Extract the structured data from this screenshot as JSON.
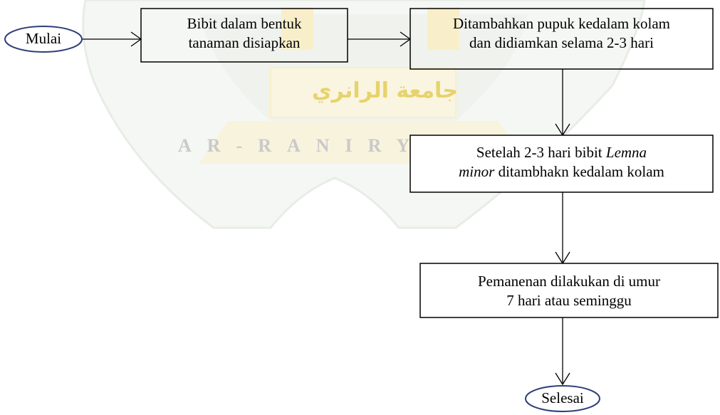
{
  "watermark": {
    "latin": "AR-RANIRY",
    "arabic": "جامعة الرانري",
    "colors": {
      "green": "#d7ddd2",
      "yellow": "#f3e3a0",
      "gray": "#cfcfcf"
    }
  },
  "nodes": {
    "start": {
      "label": "Mulai"
    },
    "step1": {
      "line1": "Bibit dalam bentuk",
      "line2": "tanaman disiapkan"
    },
    "step2": {
      "line1": "Ditambahkan pupuk kedalam kolam",
      "line2": "dan didiamkan selama 2-3 hari"
    },
    "step3": {
      "line1_prefix": "Setelah 2-3 hari bibit ",
      "line1_italic": "Lemna",
      "line2_italic": "minor",
      "line2_suffix": " ditambhakn kedalam kolam"
    },
    "step4": {
      "line1": "Pemanenan dilakukan di umur",
      "line2": "7 hari atau seminggu"
    },
    "end": {
      "label": "Selesai"
    }
  },
  "colors": {
    "start_end_border": "#2f3f7a",
    "box_border": "#000000"
  }
}
